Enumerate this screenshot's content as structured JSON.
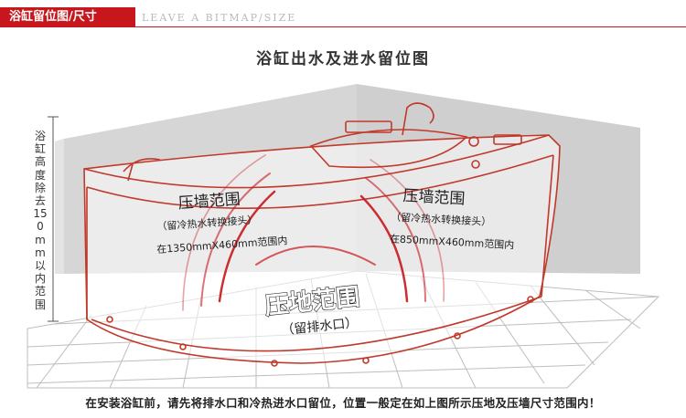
{
  "header": {
    "tab_label": "浴缸留位图/尺寸",
    "subtitle": "LEAVE A BITMAP/SIZE"
  },
  "diagram": {
    "title": "浴缸出水及进水留位图",
    "height_note": "浴缸高度除去150mm以内范围",
    "left_wall": {
      "title": "压墙范围",
      "subtitle": "（留冷热水转换接头）",
      "range": "在1350mmX460mm范围内"
    },
    "right_wall": {
      "title": "压墙范围",
      "subtitle": "（留冷热水转换接头）",
      "range": "在850mmX460mm范围内"
    },
    "floor": {
      "title": "压地范围",
      "subtitle": "（留排水口）"
    },
    "colors": {
      "accent": "#c8171c",
      "wall": "#d9d9d9",
      "outline": "#c0392b"
    }
  },
  "footer": {
    "note": "在安装浴缸前，请先将排水口和冷热进水口留位，位置一般定在如上图所示压地及压墙尺寸范围内！"
  }
}
